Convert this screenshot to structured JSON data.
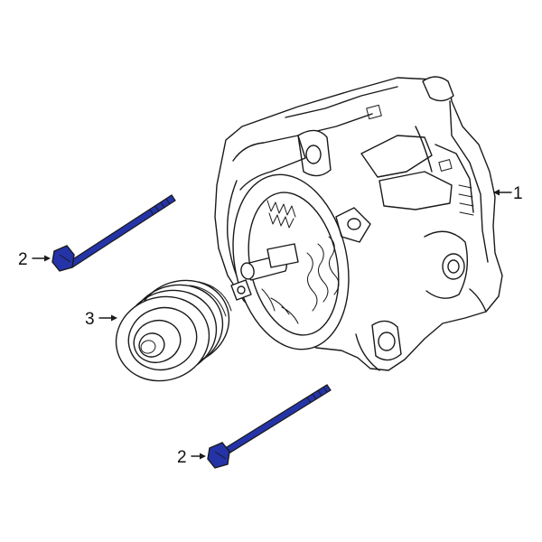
{
  "callouts": [
    {
      "id": "alternator",
      "number": "1"
    },
    {
      "id": "upper-bolt",
      "number": "2"
    },
    {
      "id": "pulley",
      "number": "3"
    },
    {
      "id": "lower-bolt",
      "number": "2"
    }
  ],
  "colors": {
    "highlight": "#2434a8",
    "line": "#1a1a1a",
    "background": "#ffffff"
  }
}
